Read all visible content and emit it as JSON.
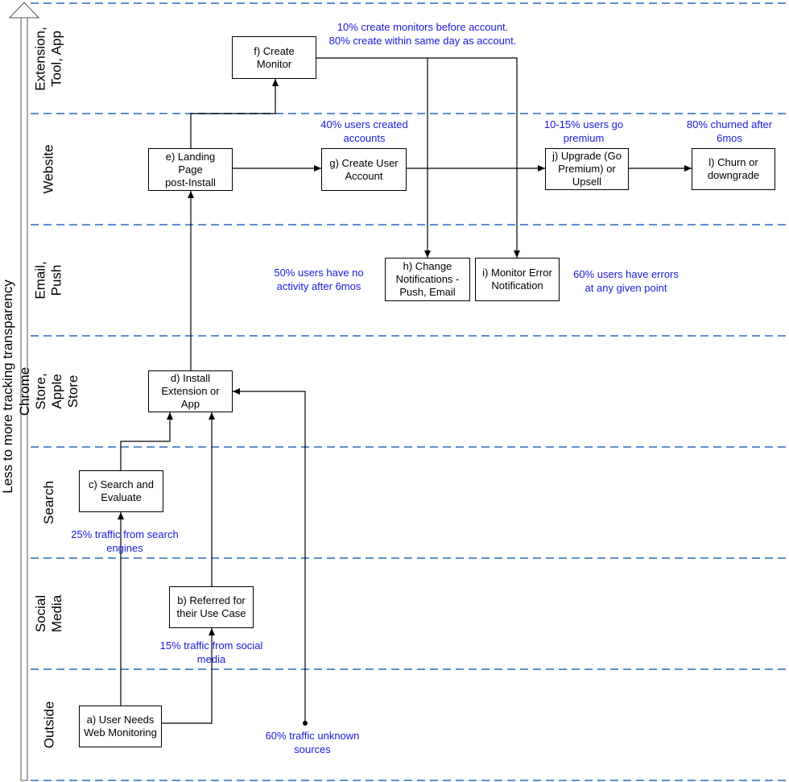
{
  "axis": {
    "label": "Less to more tracking transparency"
  },
  "lanes": [
    {
      "label": "Extension,\nTool, App"
    },
    {
      "label": "Website"
    },
    {
      "label": "Email, Push"
    },
    {
      "label": "Chrome Store,\nApple Store"
    },
    {
      "label": "Search"
    },
    {
      "label": "Social Media"
    },
    {
      "label": "Outside"
    }
  ],
  "steps": {
    "a": "a) User Needs\nWeb Monitoring",
    "b": "b) Referred for\ntheir Use Case",
    "c": "c) Search and\nEvaluate",
    "d": "d) Install\nExtension or\nApp",
    "e": "e) Landing Page\npost-Install",
    "f": "f) Create\nMonitor",
    "g": "g) Create User\nAccount",
    "h": "h) Change\nNotifications -\nPush, Email",
    "i": "i) Monitor Error\nNotification",
    "j": "j) Upgrade (Go\nPremium) or\nUpsell",
    "l": "l) Churn or\ndowngrade"
  },
  "notes": {
    "monitors": "10% create monitors before account.\n80% create within same day as account.",
    "accounts": "40% users created\naccounts",
    "premium": "10-15% users go\npremium",
    "churn": "80% churned after\n6mos",
    "inactive": "50% users have no\nactivity after 6mos",
    "errors": "60% users have errors\nat any given point",
    "search": "25% traffic from search\nengines",
    "social": "15% traffic from social\nmedia",
    "unknown": "60% traffic unknown\nsources"
  },
  "colors": {
    "note_text": "#1a1adb",
    "lane_divider": "#5b8fd0",
    "line": "#000000"
  }
}
